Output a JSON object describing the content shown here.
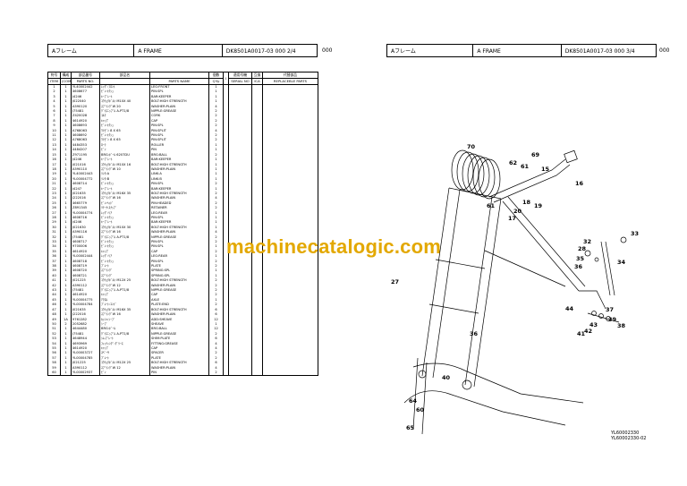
{
  "left_header": {
    "section_jp": "Aフレーム",
    "section_en": "A FRAME",
    "ref": "DK8501A0017-03  000  2/4",
    "extra": "000"
  },
  "right_header": {
    "section_jp": "Aフレーム",
    "section_en": "A FRAME",
    "ref": "DK8501A0017-03  000  3/4",
    "extra": "000"
  },
  "columns": {
    "item_jp": "符号",
    "item_en": "ITEM",
    "comp_jp": "構成",
    "comp_en": "(COMP)",
    "partno_jp": "部品番号",
    "partno_en": "PARTS NO.",
    "name_jp": "部品名",
    "name_en": "PARTS NAME",
    "qty_jp": "個数",
    "qty_en": "Q'ty",
    "i": "I",
    "serial_jp": "適用号機",
    "serial_en": "SERIAL NO",
    "ica_jp": "互換",
    "ica_en": "ICA",
    "repl_jp": "代替部品",
    "repl_en": "REPLACEBLE PARTS"
  },
  "rows": [
    [
      "1",
      "1",
      "YL40002442",
      "ﾚｯｸﾞ:ﾌﾛﾝﾄ",
      "LEG:FRONT",
      "1"
    ],
    [
      "2",
      "1",
      "4608677",
      "ﾋﾟﾝ:ﾄｸｼｭ",
      "PIN:SPL",
      "1"
    ],
    [
      "3",
      "1",
      "J4246",
      "ｷｰﾌﾟﾚｰﾄ",
      "BAR:KEEPER",
      "1"
    ],
    [
      "4",
      "1",
      "J022040",
      "ｺｳﾘｮｸﾎﾞﾙﾄ M10X 40",
      "BOLT:HIGH STRENGTH",
      "1"
    ],
    [
      "5",
      "1",
      "A590120",
      "ｽﾌﾟﾘﾝｸﾞW 20",
      "WASHER:PLAIN",
      "4"
    ],
    [
      "6",
      "1",
      "J75481",
      "ｸﾞﾘｽﾆｯﾌﾟﾙ A-PT1/8",
      "NIPPLE:GREASE",
      "2"
    ],
    [
      "7",
      "1",
      "Z420028",
      "ｺﾙｸ",
      "CORK",
      "2"
    ],
    [
      "8",
      "1",
      "4614920",
      "ｷｬｯﾌﾟ",
      "CAP",
      "2"
    ],
    [
      "9",
      "1",
      "4608693",
      "ﾋﾟﾝ:ﾄｸｼｭ",
      "PIN:SPL",
      "2"
    ],
    [
      "10",
      "1",
      "A768063",
      "ﾜﾘﾋﾟﾝ 8 X 65",
      "PIN:SPLIT",
      "4"
    ],
    [
      "11",
      "1",
      "4608692",
      "ﾋﾟﾝ:ﾄｸｼｭ",
      "PIN:SPL",
      "2"
    ],
    [
      "12",
      "1",
      "A768063",
      "ﾜﾘﾋﾟﾝ 8 X 65",
      "PIN:SPLIT",
      "2"
    ],
    [
      "13",
      "1",
      "4484353",
      "ﾛｰﾗ",
      "ROLLER",
      "1"
    ],
    [
      "14",
      "1",
      "4484207",
      "ﾋﾟﾝ",
      "PIN",
      "1"
    ],
    [
      "15",
      "1",
      "Z971195",
      "BRG:ﾎﾞｰﾙ 6207DU",
      "BRG:BALL",
      "2"
    ],
    [
      "16",
      "1",
      "J4246",
      "ｷｰﾌﾟﾚｰﾄ",
      "BAR:KEEPER",
      "1"
    ],
    [
      "17",
      "1",
      "J021016",
      "ｺｳﾘｮｸﾎﾞﾙﾄ M10X 16",
      "BOLT:HIGH STRENGTH",
      "1"
    ],
    [
      "18",
      "1",
      "A590110",
      "ｽﾌﾟﾘﾝｸﾞW 10",
      "WASHER:PLAIN",
      "1"
    ],
    [
      "19",
      "1",
      "YL40002443",
      "ﾘﾝｸ:A",
      "LINK:A",
      "1"
    ],
    [
      "20",
      "1",
      "YL00004772",
      "ﾘﾝｸ:B",
      "LINK:B",
      "1"
    ],
    [
      "21",
      "1",
      "4608714",
      "ﾋﾟﾝ:ﾄｸｼｭ",
      "PIN:SPL",
      "2"
    ],
    [
      "22",
      "1",
      "J4247",
      "ｷｰﾌﾟﾚｰﾄ",
      "BAR:KEEPER",
      "1"
    ],
    [
      "23",
      "1",
      "J021635",
      "ｺｳﾘｮｸﾎﾞﾙﾄ M16X 35",
      "BOLT:HIGH STRENGTH",
      "2"
    ],
    [
      "24",
      "1",
      "J222016",
      "ｽﾌﾟﾘﾝｸﾞW 16",
      "WASHER:PLAIN",
      "4"
    ],
    [
      "25",
      "1",
      "4665779",
      "ﾋﾟﾝ:ﾍｯﾄﾞ",
      "PIN:HEADED",
      "2"
    ],
    [
      "26",
      "1",
      "Z891345",
      "ﾘﾃｰﾅ:ｽﾅｯﾌﾟ",
      "RETAINER",
      "2"
    ],
    [
      "27",
      "1",
      "YL00004774",
      "ﾚｯｸﾞ:ﾘｱ",
      "LEG:REAR",
      "1"
    ],
    [
      "28",
      "1",
      "4608716",
      "ﾋﾟﾝ:ﾄｸｼｭ",
      "PIN:SPL",
      "1"
    ],
    [
      "29",
      "1",
      "J4246",
      "ｷｰﾌﾟﾚｰﾄ",
      "BAR:KEEPER",
      "1"
    ],
    [
      "30",
      "1",
      "J021630",
      "ｺｳﾘｮｸﾎﾞﾙﾄ M10X 30",
      "BOLT:HIGH STRENGTH",
      "1"
    ],
    [
      "31",
      "1",
      "A590116",
      "ｽﾌﾟﾘﾝｸﾞW 16",
      "WASHER:PLAIN",
      "4"
    ],
    [
      "32",
      "1",
      "J75481",
      "ｸﾞﾘｽﾆｯﾌﾟﾙ A-PT1/8",
      "NIPPLE:GREASE",
      "2"
    ],
    [
      "33",
      "1",
      "4608717",
      "ﾋﾟﾝ:ﾄｸｼｭ",
      "PIN:SPL",
      "2"
    ],
    [
      "34",
      "1",
      "9700006",
      "ﾋﾟﾝ:ﾄｸｼｭ",
      "PIN:SPL",
      "1"
    ],
    [
      "35",
      "1",
      "4614920",
      "ｷｬｯﾌﾟ",
      "CAP",
      "2"
    ],
    [
      "36",
      "1",
      "YL00002444",
      "ﾚｯｸﾞ:ﾘｱ",
      "LEG:REAR",
      "1"
    ],
    [
      "37",
      "1",
      "4608718",
      "ﾋﾟﾝ:ﾄｸｼｭ",
      "PIN:SPL",
      "2"
    ],
    [
      "38",
      "1",
      "4608719",
      "ﾌﾟﾚｰﾄ",
      "PLATE",
      "2"
    ],
    [
      "39",
      "1",
      "4608720",
      "ｽﾌﾟﾘﾝｸﾞ",
      "SPRING:SPL",
      "1"
    ],
    [
      "40",
      "1",
      "4608721",
      "ｽﾌﾟﾘﾝｸﾞ",
      "SPRING:SPL",
      "1"
    ],
    [
      "41",
      "1",
      "J021225",
      "ｺｳﾘｮｸﾎﾞﾙﾄ M12X 25",
      "BOLT:HIGH STRENGTH",
      "2"
    ],
    [
      "42",
      "1",
      "A590112",
      "ｽﾌﾟﾘﾝｸﾞW 12",
      "WASHER:PLAIN",
      "2"
    ],
    [
      "43",
      "1",
      "J75481",
      "ｸﾞﾘｽﾆｯﾌﾟﾙ A-PT1/8",
      "NIPPLE:GREASE",
      "2"
    ],
    [
      "44",
      "1",
      "4614920",
      "ｷｬｯﾌﾟ",
      "CAP",
      "2"
    ],
    [
      "45",
      "1",
      "YL00004775",
      "ｱｸｽﾙ",
      "AXLE",
      "1"
    ],
    [
      "46",
      "1",
      "YL00004784",
      "ﾌﾟﾚｰﾄ:ｴﾝﾄﾞ",
      "PLATE:END",
      "2"
    ],
    [
      "47",
      "1",
      "J021635",
      "ｺｳﾘｮｸﾎﾞﾙﾄ M16X 35",
      "BOLT:HIGH STRENGTH",
      "6"
    ],
    [
      "48",
      "1",
      "J222016",
      "ｽﾌﾟﾘﾝｸﾞW 16",
      "WASHER:PLAIN",
      "6"
    ],
    [
      "49",
      "1A",
      "9761282",
      "ｶｯｼｬ:ｼｰﾌﾞ",
      "ADD:SHEAVE",
      "12"
    ],
    [
      "50",
      "2",
      "2052682",
      "ｼｰﾌﾞ",
      "SHEAVE",
      "1"
    ],
    [
      "51",
      "1",
      "4644480",
      "BRG:ﾎﾞｰﾙ",
      "BRG:BALL",
      "12"
    ],
    [
      "52",
      "1",
      "J75481",
      "ｸﾞﾘｽﾆｯﾌﾟﾙ A-PT1/8",
      "NIPPLE:GREASE",
      "2"
    ],
    [
      "53",
      "1",
      "4648944",
      "ｼﾑ:ﾌﾟﾚｰﾄ",
      "SHIM:PLATE",
      "6"
    ],
    [
      "54",
      "1",
      "4693969",
      "ﾌｨｯﾃｨﾝｸﾞ:ｸﾞﾘｰｽ",
      "FITTING:GREASE",
      "4"
    ],
    [
      "55",
      "1",
      "4614920",
      "ｷｬｯﾌﾟ",
      "CAP",
      "4"
    ],
    [
      "56",
      "1",
      "YL00003727",
      "ｽﾍﾟｰｻ",
      "SPACER",
      "2"
    ],
    [
      "57",
      "1",
      "YL00004785",
      "ﾌﾟﾚｰﾄ",
      "PLATE",
      "2"
    ],
    [
      "58",
      "1",
      "J021225",
      "ｺｳﾘｮｸﾎﾞﾙﾄ M12X 25",
      "BOLT:HIGH STRENGTH",
      "6"
    ],
    [
      "59",
      "1",
      "A590112",
      "ｽﾌﾟﾘﾝｸﾞW 12",
      "WASHER:PLAIN",
      "4"
    ],
    [
      "60",
      "1",
      "YL00002937",
      "ﾋﾟﾝ",
      "PIN",
      "2"
    ]
  ],
  "callouts": [
    "70",
    "62",
    "61",
    "69",
    "15",
    "16",
    "18",
    "17",
    "19",
    "20",
    "32",
    "28",
    "35",
    "36",
    "33",
    "34",
    "44",
    "37",
    "41",
    "42",
    "43",
    "39",
    "38",
    "27",
    "36",
    "61",
    "40",
    "60",
    "64",
    "65"
  ],
  "watermark": "machinecatalogic.com",
  "figure_codes": [
    "YL60002330",
    "YL60002330-02"
  ]
}
